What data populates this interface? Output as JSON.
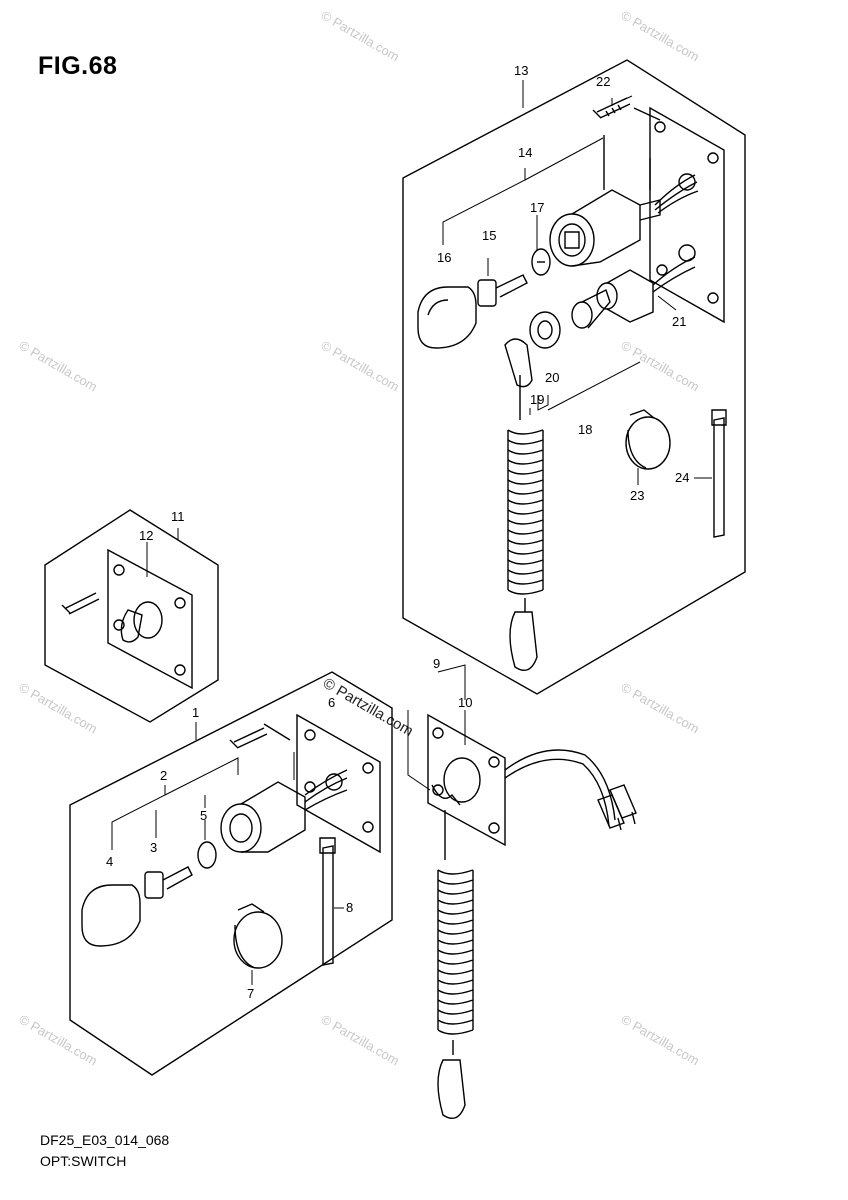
{
  "figure": {
    "title": "FIG.68"
  },
  "footer": {
    "code": "DF25_E03_014_068",
    "caption": "OPT:SWITCH"
  },
  "watermark": {
    "text": "© Partzilla.com"
  },
  "callouts": {
    "c1": "1",
    "c2": "2",
    "c3": "3",
    "c4": "4",
    "c5": "5",
    "c6": "6",
    "c7": "7",
    "c8": "8",
    "c9": "9",
    "c10": "10",
    "c11": "11",
    "c12": "12",
    "c13": "13",
    "c14": "14",
    "c15": "15",
    "c16": "16",
    "c17": "17",
    "c18": "18",
    "c19": "19",
    "c20": "20",
    "c21": "21",
    "c22": "22",
    "c23": "23",
    "c24": "24"
  }
}
